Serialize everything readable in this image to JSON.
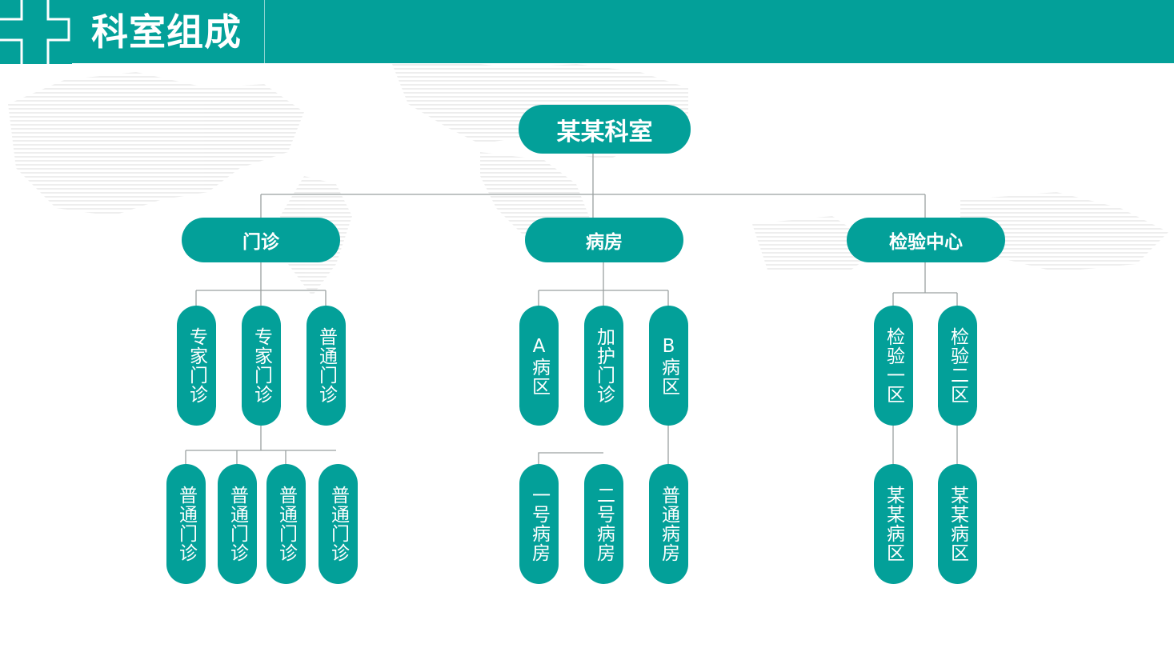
{
  "header": {
    "title": "科室组成"
  },
  "org": {
    "root": "某某科室",
    "branches": [
      {
        "label": "门诊",
        "children": [
          "专家门诊",
          "专家门诊",
          "普通门诊"
        ],
        "grandchildren": [
          "普通门诊",
          "普通门诊",
          "普通门诊",
          "普通门诊"
        ]
      },
      {
        "label": "病房",
        "children": [
          "A病区",
          "加护门诊",
          "B病区"
        ],
        "grandchildren": [
          "一号病房",
          "二号病房",
          "普通病房"
        ]
      },
      {
        "label": "检验中心",
        "children": [
          "检验一区",
          "检验二区"
        ],
        "grandchildren": [
          "某某病区",
          "某某病区"
        ]
      }
    ]
  },
  "colors": {
    "teal": "#03a099",
    "line": "#9aa0a0",
    "white": "#ffffff"
  },
  "icons": {
    "header": "medical-cross-icon"
  }
}
